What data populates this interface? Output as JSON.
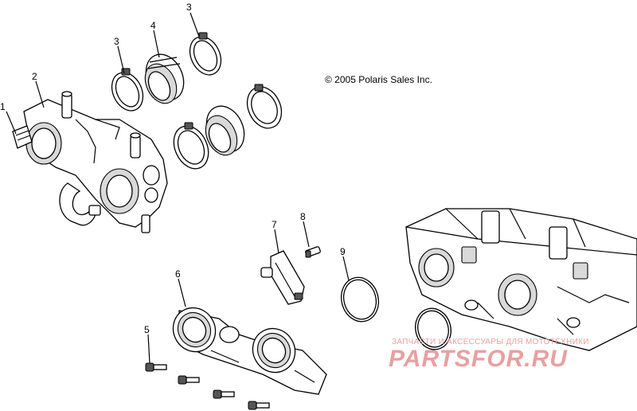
{
  "copyright": "© 2005 Polaris Sales Inc.",
  "callouts": {
    "c1": "1",
    "c2": "2",
    "c3a": "3",
    "c3b": "3",
    "c4": "4",
    "c5": "5",
    "c6": "6",
    "c7": "7",
    "c8": "8",
    "c9": "9"
  },
  "watermark": {
    "tagline": "ЗАПЧАСТИ И АКСЕССУАРЫ ДЛЯ МОТОТЕХНИКИ",
    "logo": "PARTSFOR.RU"
  },
  "colors": {
    "line": "#000000",
    "background": "#ffffff",
    "watermark": "#e8a0a0"
  }
}
